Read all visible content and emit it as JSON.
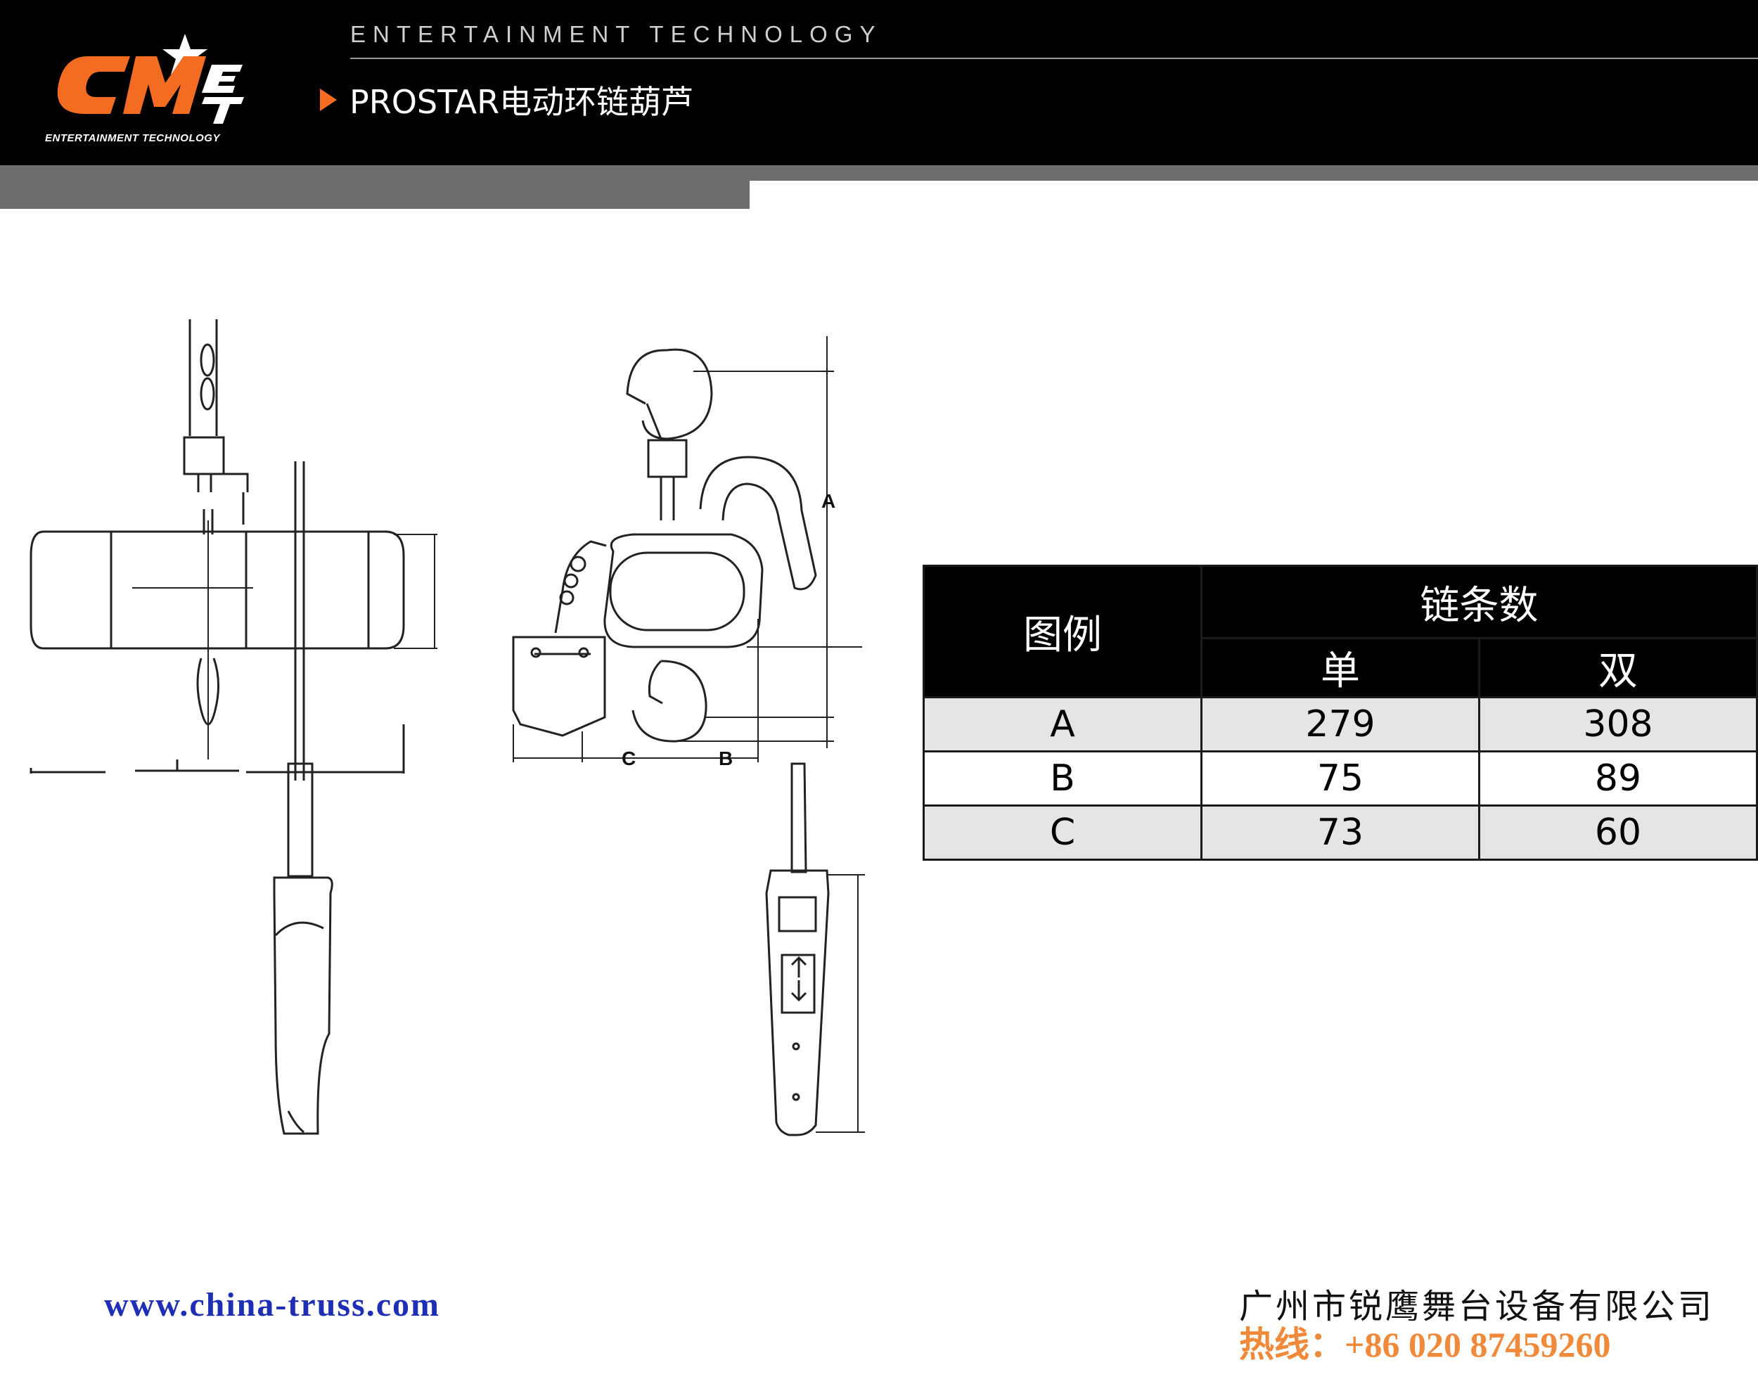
{
  "header": {
    "tagline": "ENTERTAINMENT TECHNOLOGY",
    "title": "PROSTAR电动环链葫芦",
    "logo": {
      "mark": "CMET",
      "caption": "ENTERTAINMENT TECHNOLOGY"
    },
    "colors": {
      "accent": "#f36c21",
      "background": "#000000",
      "band": "#6d6d6d"
    }
  },
  "drawing": {
    "dimension_labels": [
      "A",
      "B",
      "C"
    ]
  },
  "table": {
    "legend_header": "图例",
    "group_header": "链条数",
    "sub_headers": [
      "单",
      "双"
    ],
    "rows": [
      {
        "label": "A",
        "single": "279",
        "double": "308"
      },
      {
        "label": "B",
        "single": "75",
        "double": "89"
      },
      {
        "label": "C",
        "single": "73",
        "double": "60"
      }
    ]
  },
  "footer": {
    "url": "www.china-truss.com",
    "company": "广州市锐鹰舞台设备有限公司",
    "hotline": "热线：+86 020 87459260"
  }
}
